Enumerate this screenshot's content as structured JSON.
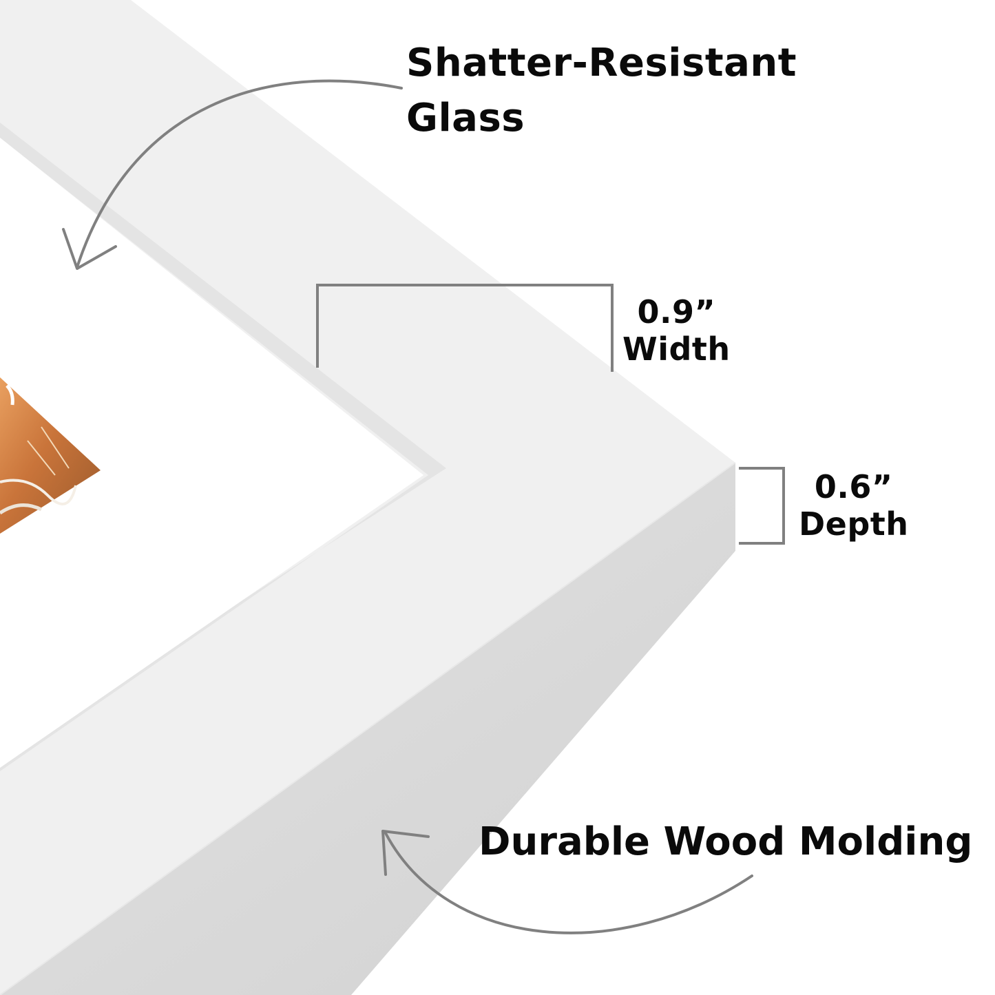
{
  "features": {
    "glass": {
      "line1": "Shatter-Resistant",
      "line2": "Glass",
      "icon": "curved-arrow-icon"
    },
    "width": {
      "value": "0.9”",
      "label": "Width",
      "icon": "bracket-icon"
    },
    "depth": {
      "value": "0.6”",
      "label": "Depth",
      "icon": "bracket-icon"
    },
    "molding": {
      "label": "Durable Wood Molding",
      "icon": "curved-arrow-icon"
    }
  },
  "colors": {
    "frame_face": "#f0f0f0",
    "frame_side": "#d8d8d8",
    "mat": "#ffffff",
    "annotation_line": "#7f7f7f",
    "text": "#0a0a0a"
  }
}
